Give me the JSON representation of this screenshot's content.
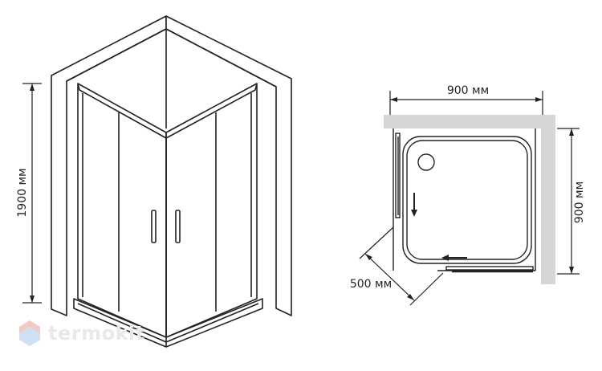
{
  "left_view": {
    "height_label": "1900 мм"
  },
  "plan_view": {
    "width_label": "900 мм",
    "depth_label": "900 мм",
    "entry_label": "500 мм"
  },
  "logo": {
    "text": "termokit"
  },
  "colors": {
    "wall": "#d6d6d6",
    "line": "#222222",
    "logo": "#e9e9ea"
  }
}
